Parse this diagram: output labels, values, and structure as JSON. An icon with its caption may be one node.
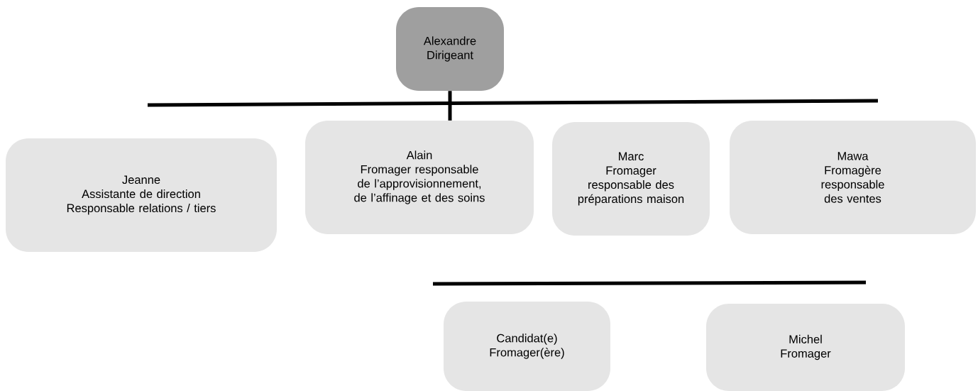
{
  "diagram": {
    "nodes": [
      {
        "text": [
          "Alexandre",
          "Dirigeant"
        ]
      },
      {
        "text": [
          "Jeanne",
          "Assistante de direction",
          "Responsable relations / tiers"
        ]
      },
      {
        "text": [
          "Alain",
          "Fromager responsable de l’approvisionnement, de l’affinage et des soins"
        ]
      },
      {
        "text": [
          "Marc",
          "Fromager responsable des préparations maison"
        ]
      },
      {
        "text": [
          "Mawa",
          "Fromagère responsable des ventes"
        ]
      },
      {
        "text": [
          "Candidat(e)",
          "Fromager(ère)"
        ]
      },
      {
        "text": [
          "Michel",
          "Fromager"
        ]
      }
    ],
    "edges": [
      {
        "from": 0,
        "to": 2,
        "arrow": "none"
      }
    ]
  }
}
